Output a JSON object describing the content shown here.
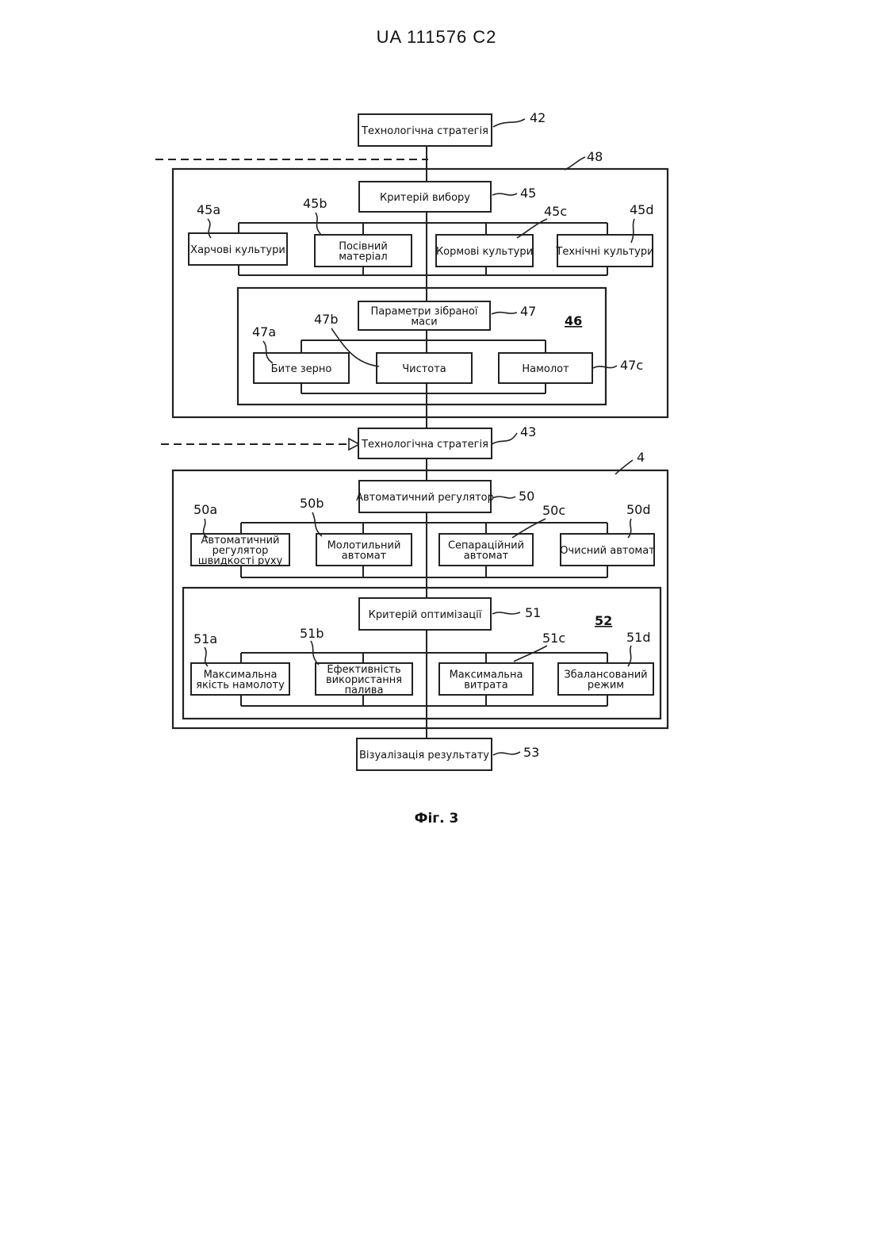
{
  "header": "UA   111576   C2",
  "caption": "Фіг. 3",
  "nodes": {
    "n42": {
      "lines": [
        "Технологічна стратегія"
      ],
      "ref": "42"
    },
    "n45": {
      "lines": [
        "Критерій вибору"
      ],
      "ref": "45"
    },
    "n45a": {
      "lines": [
        "Харчові культури"
      ],
      "ref": "45a"
    },
    "n45b": {
      "lines": [
        "Посівний",
        "матеріал"
      ],
      "ref": "45b"
    },
    "n45c": {
      "lines": [
        "Кормові культури"
      ],
      "ref": "45c"
    },
    "n45d": {
      "lines": [
        "Технічні культури"
      ],
      "ref": "45d"
    },
    "n47": {
      "lines": [
        "Параметри зібраної",
        "маси"
      ],
      "ref": "47"
    },
    "n47a": {
      "lines": [
        "Бите зерно"
      ],
      "ref": "47a"
    },
    "n47b": {
      "lines": [
        "Чистота"
      ],
      "ref": "47b"
    },
    "n47c": {
      "lines": [
        "Намолот"
      ],
      "ref": "47c"
    },
    "n43": {
      "lines": [
        "Технологічна стратегія"
      ],
      "ref": "43"
    },
    "n50": {
      "lines": [
        "Автоматичний регулятор"
      ],
      "ref": "50"
    },
    "n50a": {
      "lines": [
        "Автоматичний",
        "регулятор",
        "швидкості руху"
      ],
      "ref": "50a"
    },
    "n50b": {
      "lines": [
        "Молотильний",
        "автомат"
      ],
      "ref": "50b"
    },
    "n50c": {
      "lines": [
        "Сепараційний",
        "автомат"
      ],
      "ref": "50c"
    },
    "n50d": {
      "lines": [
        "Очисний автомат"
      ],
      "ref": "50d"
    },
    "n51": {
      "lines": [
        "Критерій оптимізації"
      ],
      "ref": "51"
    },
    "n51a": {
      "lines": [
        "Максимальна",
        "якість намолоту"
      ],
      "ref": "51a"
    },
    "n51b": {
      "lines": [
        "Ефективність",
        "використання",
        "палива"
      ],
      "ref": "51b"
    },
    "n51c": {
      "lines": [
        "Максимальна",
        "витрата"
      ],
      "ref": "51c"
    },
    "n51d": {
      "lines": [
        "Збалансований",
        "режим"
      ],
      "ref": "51d"
    },
    "n53": {
      "lines": [
        "Візуалізація результату"
      ],
      "ref": "53"
    }
  },
  "groups": {
    "g48": {
      "ref": "48"
    },
    "g46": {
      "ref": "46"
    },
    "g4": {
      "ref": "4"
    },
    "g52": {
      "ref": "52"
    }
  }
}
